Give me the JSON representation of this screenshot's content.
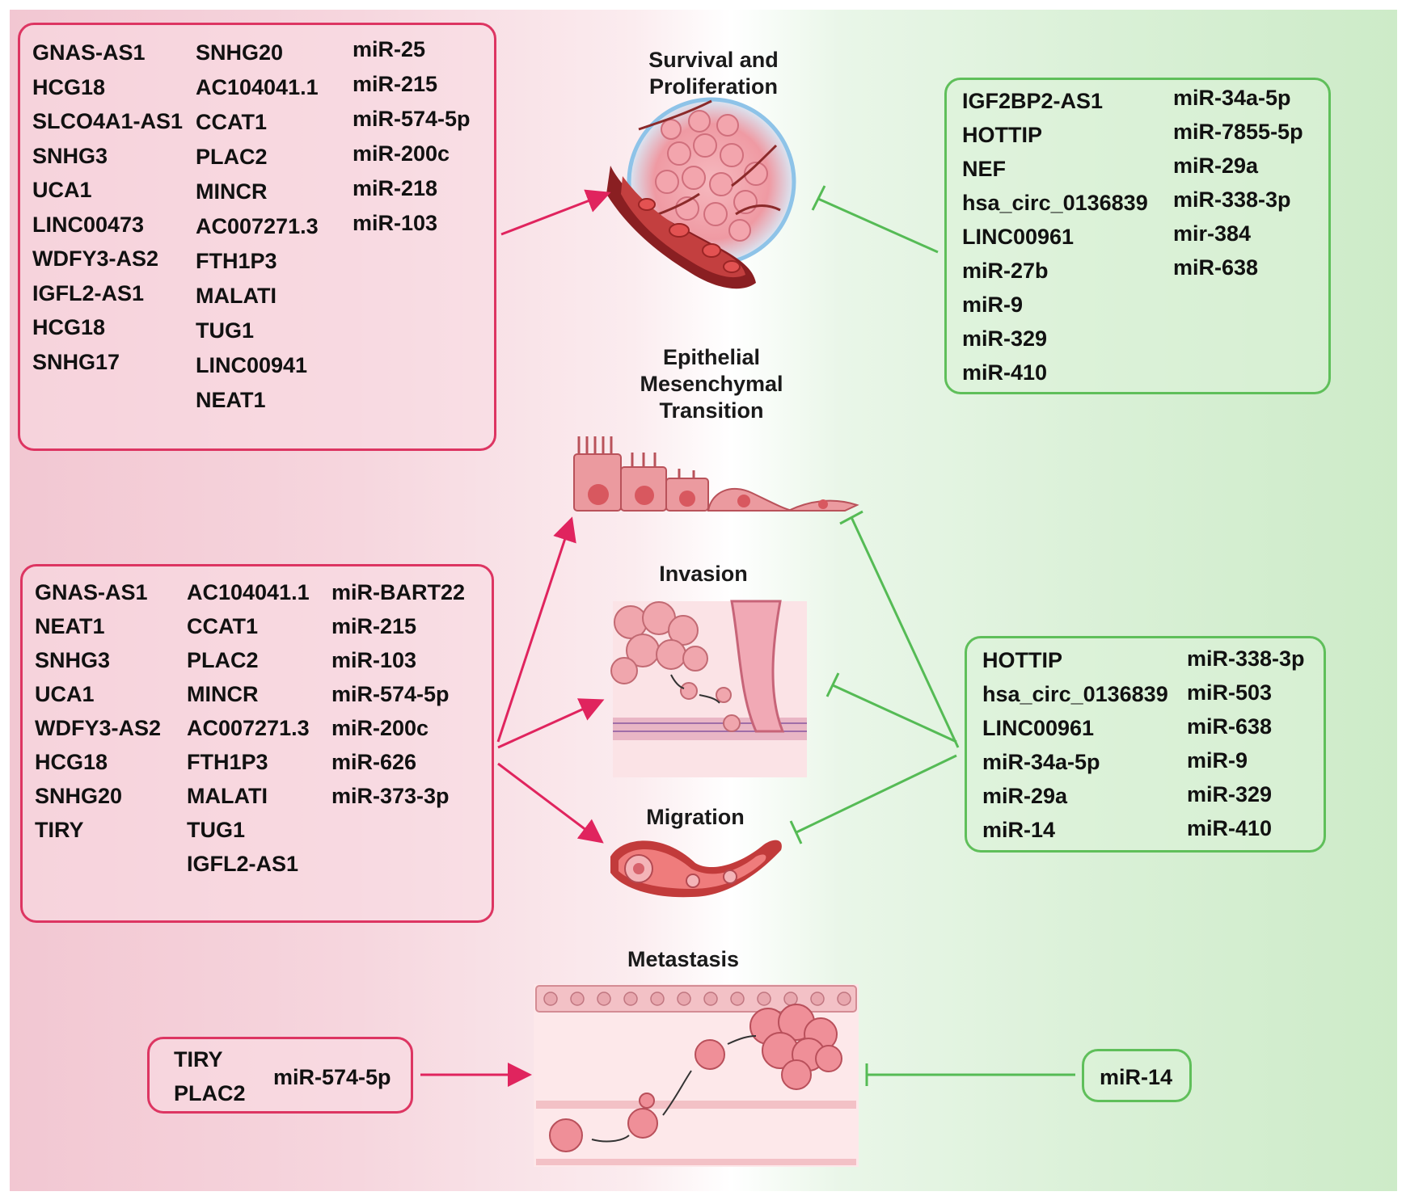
{
  "processes": {
    "survival": "Survival and\nProliferation",
    "emt": "Epithelial\nMesenchymal\nTransition",
    "invasion": "Invasion",
    "migration": "Migration",
    "metastasis": "Metastasis"
  },
  "promoters_survival": {
    "col1": [
      "GNAS-AS1",
      "HCG18",
      "SLCO4A1-AS1",
      "SNHG3",
      "UCA1",
      "LINC00473",
      "WDFY3-AS2",
      "IGFL2-AS1",
      "HCG18",
      "SNHG17"
    ],
    "col2": [
      "SNHG20",
      "AC104041.1",
      "CCAT1",
      "PLAC2",
      "MINCR",
      "AC007271.3",
      "FTH1P3",
      "MALATI",
      "TUG1",
      "LINC00941",
      "NEAT1"
    ],
    "col3": [
      "miR-25",
      "miR-215",
      "miR-574-5p",
      "miR-200c",
      "miR-218",
      "miR-103"
    ]
  },
  "suppressors_survival": {
    "col1": [
      "IGF2BP2-AS1",
      "HOTTIP",
      "NEF",
      "hsa_circ_0136839",
      "LINC00961",
      "miR-27b",
      "miR-9",
      "miR-329",
      "miR-410"
    ],
    "col2": [
      "miR-34a-5p",
      "miR-7855-5p",
      "miR-29a",
      "miR-338-3p",
      "mir-384",
      "miR-638"
    ]
  },
  "promoters_emt": {
    "col1": [
      "GNAS-AS1",
      "NEAT1",
      "SNHG3",
      "UCA1",
      "WDFY3-AS2",
      "HCG18",
      "SNHG20",
      "TIRY"
    ],
    "col2": [
      "AC104041.1",
      "CCAT1",
      "PLAC2",
      "MINCR",
      "AC007271.3",
      "FTH1P3",
      "MALATI",
      "TUG1",
      "IGFL2-AS1"
    ],
    "col3": [
      "miR-BART22",
      "miR-215",
      "miR-103",
      "miR-574-5p",
      "miR-200c",
      "miR-626",
      "miR-373-3p"
    ]
  },
  "suppressors_emt": {
    "col1": [
      "HOTTIP",
      "hsa_circ_0136839",
      "LINC00961",
      "miR-34a-5p",
      "miR-29a",
      "miR-14"
    ],
    "col2": [
      "miR-338-3p",
      "miR-503",
      "miR-638",
      "miR-9",
      "miR-329",
      "miR-410"
    ]
  },
  "promoters_metastasis": {
    "col1": [
      "TIRY",
      "PLAC2"
    ],
    "col2": [
      "miR-574-5p"
    ]
  },
  "suppressors_metastasis": {
    "col1": [
      "miR-14"
    ]
  },
  "colors": {
    "promote": "#e0245e",
    "inhibit": "#55bb55",
    "red_box": "#dd3562",
    "green_box": "#5fbf5a"
  }
}
